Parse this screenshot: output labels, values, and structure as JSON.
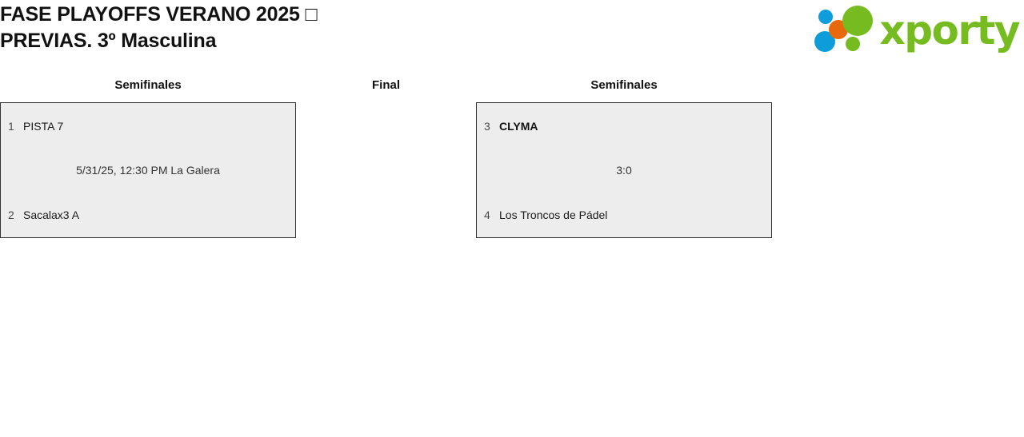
{
  "header": {
    "title": "FASE PLAYOFFS VERANO 2025 □\nPREVIAS. 3º Masculina",
    "logo": {
      "wordmark": "xporty",
      "colors": {
        "green": "#76bc21",
        "blue": "#0d9ddb",
        "orange": "#e8690b"
      }
    }
  },
  "bracket": {
    "rounds": [
      {
        "label": "Semifinales",
        "position": "left"
      },
      {
        "label": "Final",
        "position": "center"
      },
      {
        "label": "Semifinales",
        "position": "right"
      }
    ],
    "matches": [
      {
        "side": "left",
        "top": {
          "seed": "1",
          "name": "PISTA 7",
          "winner": false
        },
        "bottom": {
          "seed": "2",
          "name": "Sacalax3 A",
          "winner": false
        },
        "meta": "5/31/25, 12:30 PM La Galera"
      },
      {
        "side": "right",
        "top": {
          "seed": "3",
          "name": "CLYMA",
          "winner": true
        },
        "bottom": {
          "seed": "4",
          "name": "Los Troncos de Pádel",
          "winner": false
        },
        "meta": "3:0"
      }
    ]
  }
}
